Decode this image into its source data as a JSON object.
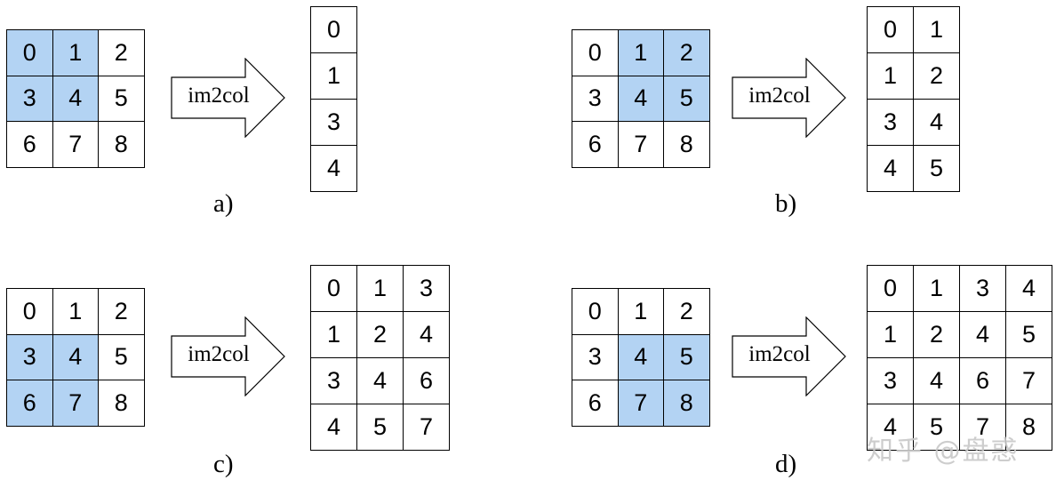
{
  "panels": [
    {
      "id": "a",
      "caption": "a)",
      "arrow_label": "im2col",
      "input": [
        [
          "0",
          "1",
          "2"
        ],
        [
          "3",
          "4",
          "5"
        ],
        [
          "6",
          "7",
          "8"
        ]
      ],
      "highlight": [
        [
          true,
          true,
          false
        ],
        [
          true,
          true,
          false
        ],
        [
          false,
          false,
          false
        ]
      ],
      "output": [
        [
          "0"
        ],
        [
          "1"
        ],
        [
          "3"
        ],
        [
          "4"
        ]
      ]
    },
    {
      "id": "b",
      "caption": "b)",
      "arrow_label": "im2col",
      "input": [
        [
          "0",
          "1",
          "2"
        ],
        [
          "3",
          "4",
          "5"
        ],
        [
          "6",
          "7",
          "8"
        ]
      ],
      "highlight": [
        [
          false,
          true,
          true
        ],
        [
          false,
          true,
          true
        ],
        [
          false,
          false,
          false
        ]
      ],
      "output": [
        [
          "0",
          "1"
        ],
        [
          "1",
          "2"
        ],
        [
          "3",
          "4"
        ],
        [
          "4",
          "5"
        ]
      ]
    },
    {
      "id": "c",
      "caption": "c)",
      "arrow_label": "im2col",
      "input": [
        [
          "0",
          "1",
          "2"
        ],
        [
          "3",
          "4",
          "5"
        ],
        [
          "6",
          "7",
          "8"
        ]
      ],
      "highlight": [
        [
          false,
          false,
          false
        ],
        [
          true,
          true,
          false
        ],
        [
          true,
          true,
          false
        ]
      ],
      "output": [
        [
          "0",
          "1",
          "3"
        ],
        [
          "1",
          "2",
          "4"
        ],
        [
          "3",
          "4",
          "6"
        ],
        [
          "4",
          "5",
          "7"
        ]
      ]
    },
    {
      "id": "d",
      "caption": "d)",
      "arrow_label": "im2col",
      "input": [
        [
          "0",
          "1",
          "2"
        ],
        [
          "3",
          "4",
          "5"
        ],
        [
          "6",
          "7",
          "8"
        ]
      ],
      "highlight": [
        [
          false,
          false,
          false
        ],
        [
          false,
          true,
          true
        ],
        [
          false,
          true,
          true
        ]
      ],
      "output": [
        [
          "0",
          "1",
          "3",
          "4"
        ],
        [
          "1",
          "2",
          "4",
          "5"
        ],
        [
          "3",
          "4",
          "6",
          "7"
        ],
        [
          "4",
          "5",
          "7",
          "8"
        ]
      ]
    }
  ],
  "watermark": "知乎 @盘惑",
  "colors": {
    "highlight": "#b3d3f3",
    "border": "#000000"
  }
}
